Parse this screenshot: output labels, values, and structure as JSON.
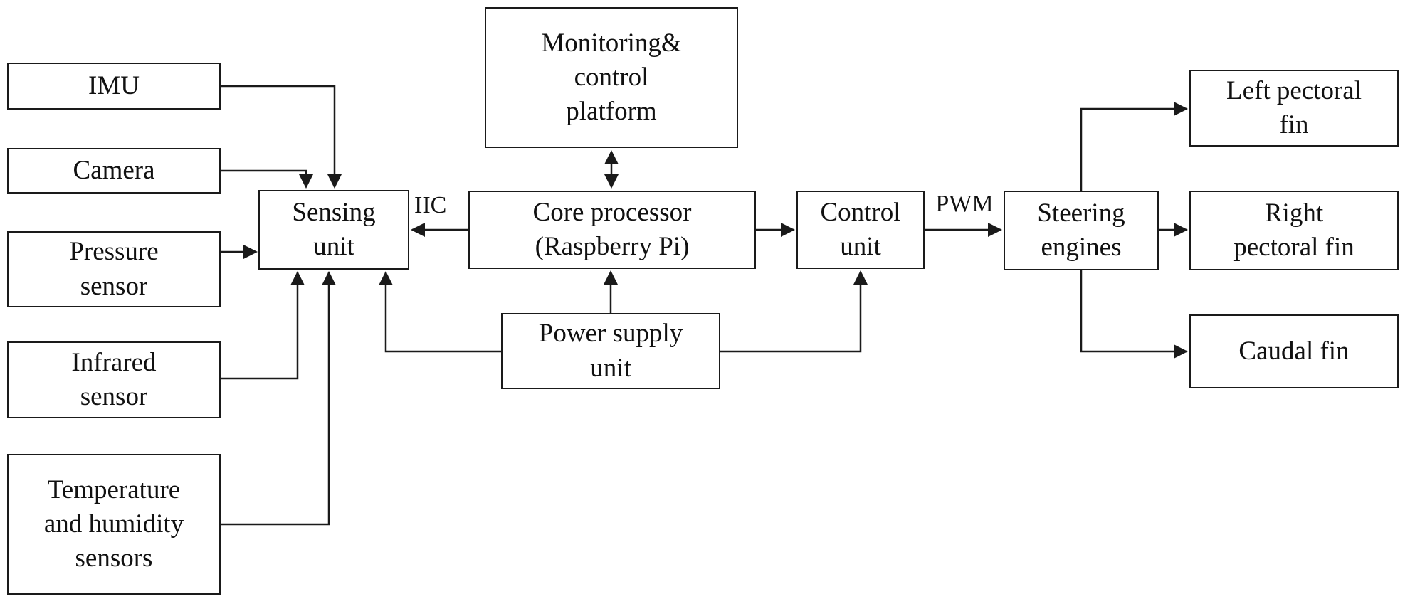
{
  "diagram": {
    "nodes": {
      "imu": {
        "label": "IMU"
      },
      "camera": {
        "label": "Camera"
      },
      "pressure": {
        "label": "Pressure\nsensor"
      },
      "infrared": {
        "label": "Infrared\nsensor"
      },
      "temp_humidity": {
        "label": "Temperature\nand humidity\nsensors"
      },
      "sensing": {
        "label": "Sensing\nunit"
      },
      "monitoring": {
        "label": "Monitoring&\ncontrol\nplatform"
      },
      "core": {
        "label": "Core processor\n(Raspberry Pi)"
      },
      "control": {
        "label": "Control\nunit"
      },
      "power": {
        "label": "Power supply\nunit"
      },
      "steering": {
        "label": "Steering\nengines"
      },
      "left_fin": {
        "label": "Left pectoral\nfin"
      },
      "right_fin": {
        "label": "Right\npectoral fin"
      },
      "caudal_fin": {
        "label": "Caudal fin"
      }
    },
    "edge_labels": {
      "iic": "IIC",
      "pwm": "PWM"
    },
    "colors": {
      "line": "#1a1a1a",
      "box_border": "#1a1a1a",
      "background": "#ffffff",
      "text": "#111111"
    }
  }
}
